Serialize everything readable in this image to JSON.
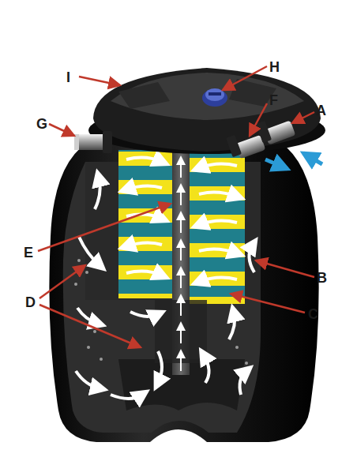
{
  "diagram": {
    "labels": [
      "I",
      "H",
      "F",
      "A",
      "G",
      "E",
      "B",
      "D",
      "C"
    ]
  }
}
